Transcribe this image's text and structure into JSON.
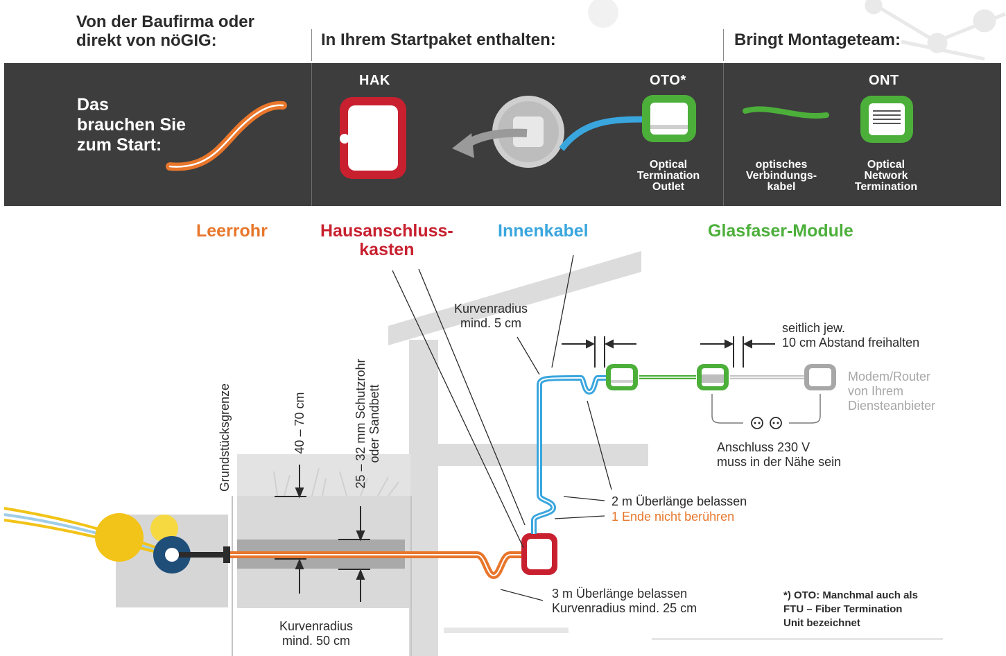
{
  "headings": {
    "supplier": "Von der Baufirma oder\ndirekt von nöGIG:",
    "starter_pack": "In Ihrem Startpaket enthalten:",
    "installer": "Bringt Montageteam:"
  },
  "band": {
    "start_text": "Das\nbrauchen Sie\nzum Start:",
    "hak_label": "HAK",
    "oto_label": "OTO*",
    "ont_label": "ONT",
    "oto_caption": "Optical\nTermination\nOutlet",
    "cable_caption": "optisches\nVerbindungs-\nkabel",
    "ont_caption": "Optical\nNetwork\nTermination"
  },
  "categories": {
    "leerrohr": "Leerrohr",
    "hausanschluss": "Hausanschluss-\nkasten",
    "innenkabel": "Innenkabel",
    "glasfaser": "Glasfaser-Module"
  },
  "notes": {
    "curve_5": "Kurvenradius\nmind. 5 cm",
    "spacing": "seitlich jew.\n10 cm Abstand freihalten",
    "modem": "Modem/Router\nvon Ihrem\nDiensteanbieter",
    "power": "Anschluss 230 V\nmuss in der Nähe sein",
    "overlength_2m": "2 m Überlänge belassen",
    "dont_touch": "1 Ende nicht berühren",
    "overlength_3m": "3 m Überlänge belassen\nKurvenradius mind. 25 cm",
    "curve_50": "Kurvenradius\nmind. 50 cm",
    "footnote": "*) OTO: Manchmal auch als\nFTU – Fiber Termination\nUnit bezeichnet",
    "boundary": "Grundstücksgrenze",
    "depth": "40 – 70 cm",
    "conduit": "25 – 32 mm Schutzrohr\noder Sandbett"
  },
  "colors": {
    "band": "#3d3d3e",
    "leerrohr": "#e8762b",
    "hausanschluss": "#c8202f",
    "innenkabel": "#3aa6de",
    "glasfaser": "#4caf3a",
    "modem_gray": "#a7a7a7",
    "house": "#d9d9d9"
  },
  "icons": {
    "duct": "orange-duct-icon",
    "hak": "hak-box-icon",
    "wall_outlet": "wall-outlet-icon",
    "oto": "oto-icon",
    "patch_cable": "patch-cable-icon",
    "ont": "ont-icon"
  }
}
